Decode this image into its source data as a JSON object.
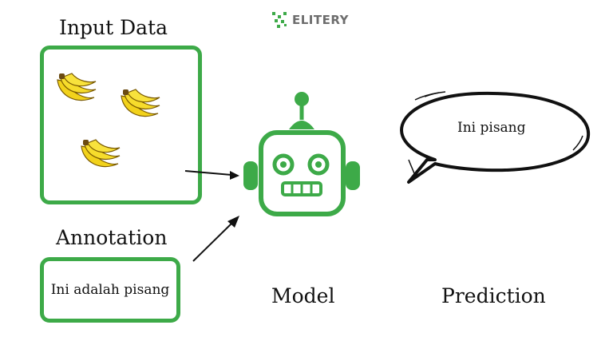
{
  "brand": {
    "name": "ELITERY",
    "icon": "elitery-logo-icon"
  },
  "input": {
    "title": "Input Data",
    "items": [
      "banana-icon",
      "banana-icon",
      "banana-icon"
    ]
  },
  "annotation": {
    "title": "Annotation",
    "text": "Ini adalah pisang"
  },
  "model": {
    "label": "Model",
    "icon": "robot-icon"
  },
  "prediction": {
    "label": "Prediction",
    "text": "Ini pisang"
  },
  "colors": {
    "accent": "#3daa48",
    "banana": "#f2d21b",
    "text": "#111111"
  }
}
